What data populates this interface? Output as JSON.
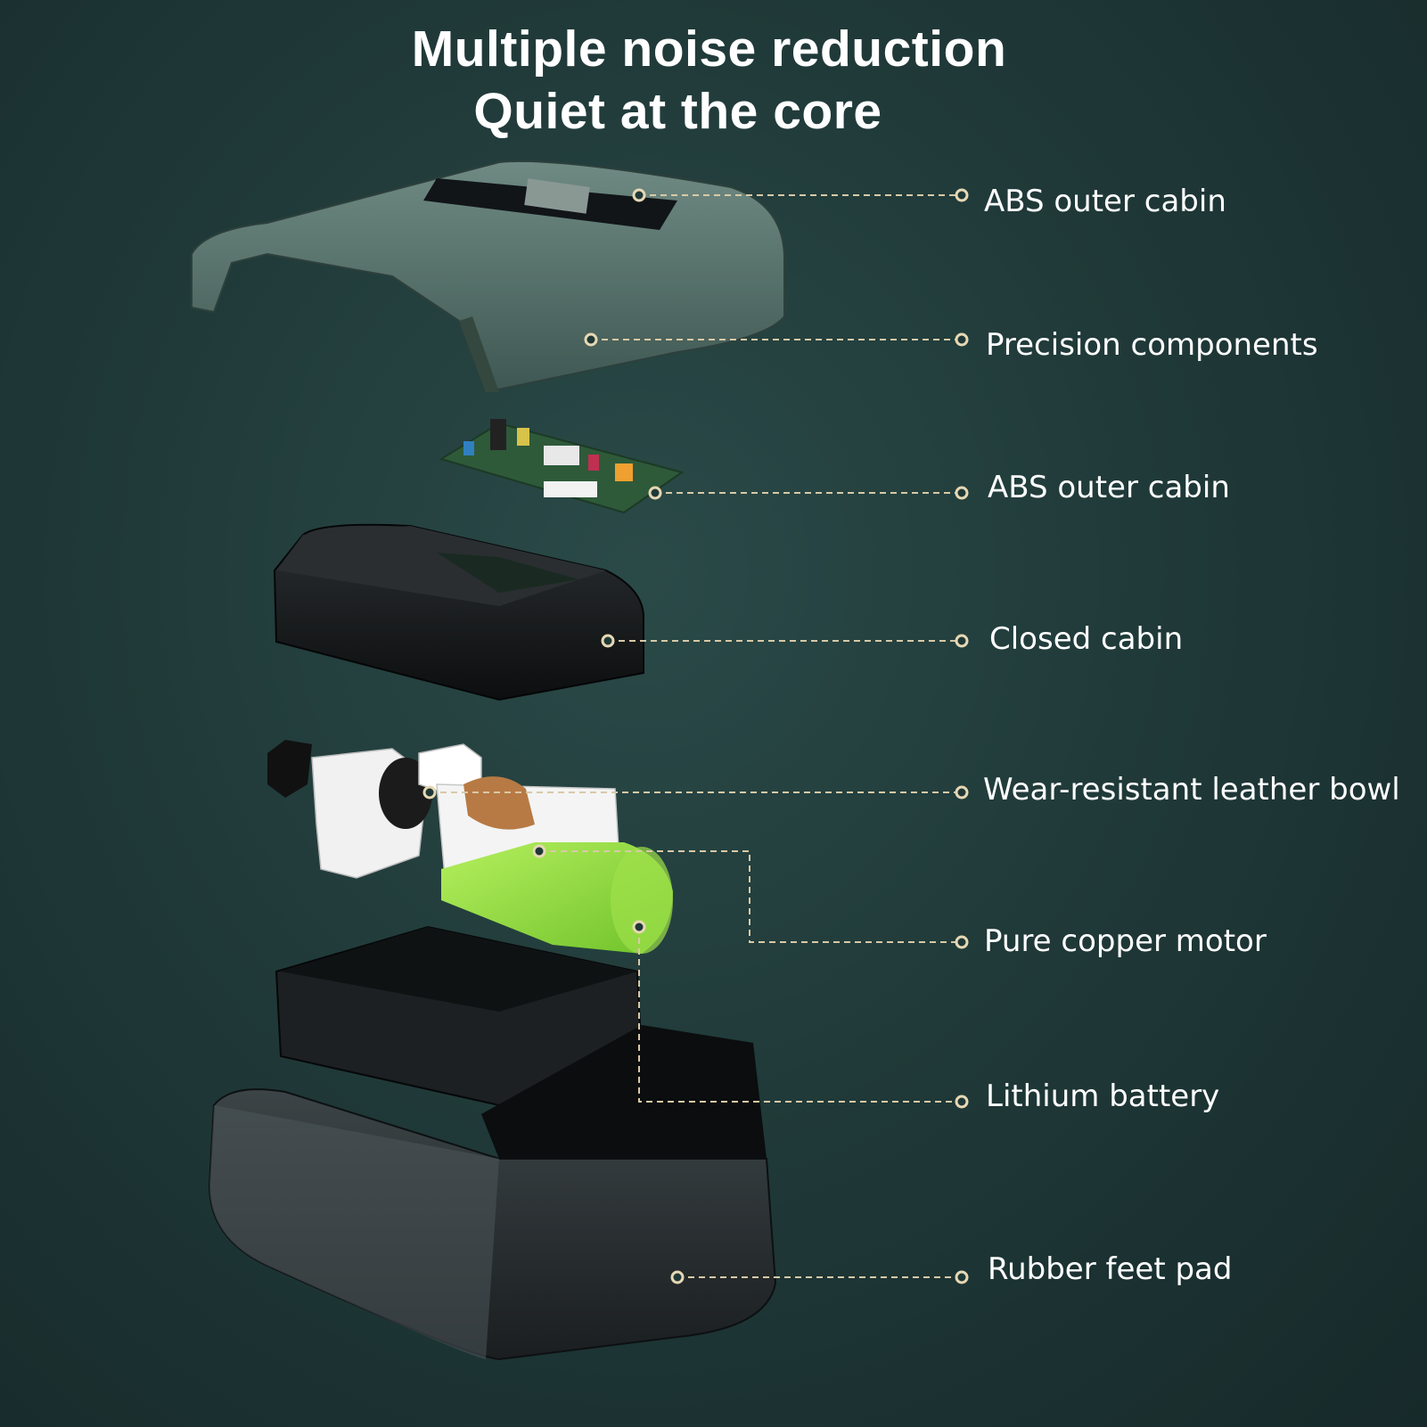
{
  "headline": {
    "line1": "Multiple noise reduction",
    "line2": "Quiet at the core"
  },
  "callouts": [
    "ABS outer cabin",
    "Precision components",
    "ABS outer cabin",
    "Closed cabin",
    "Wear-resistant leather bowl",
    "Pure copper motor",
    "Lithium battery",
    "Rubber feet pad"
  ],
  "colors": {
    "background": "#1f3837",
    "leader_line": "#d8c9a6",
    "label_text": "#ffffff",
    "battery": "#8fd43a"
  }
}
